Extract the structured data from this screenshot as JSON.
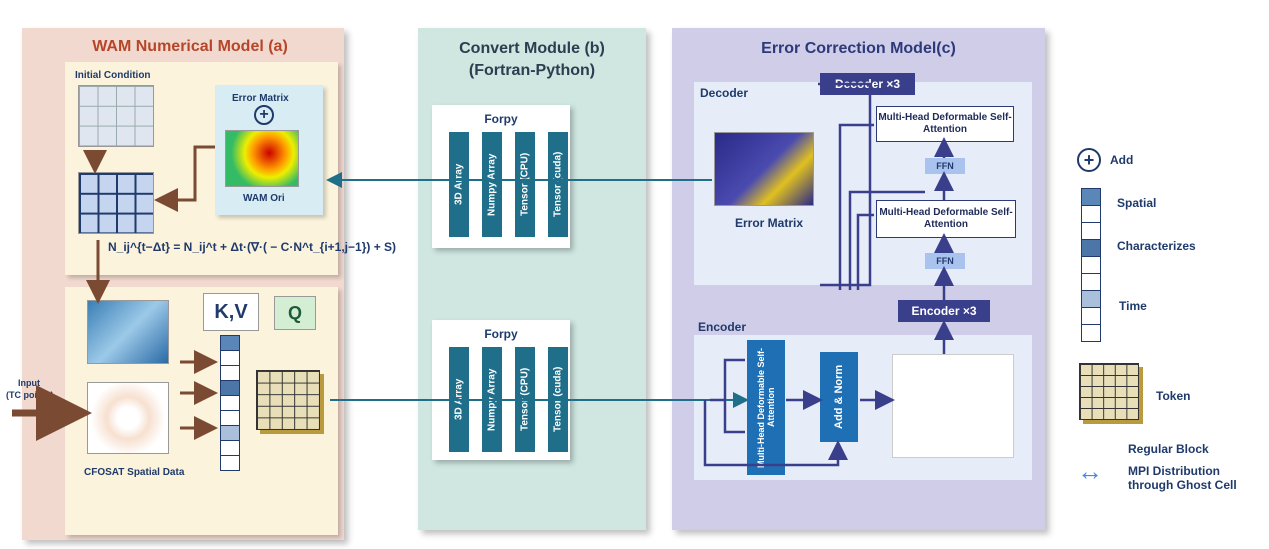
{
  "panel_a": {
    "title": "WAM Numerical Model (a)",
    "initial_condition": "Initial Condition",
    "error_matrix": "Error Matrix",
    "wam_ori": "WAM Ori",
    "formula": "N_ij^{t−Δt} = N_ij^t + Δt·(∇·( − C·N^t_{i+1,j−1}) + S)",
    "kv": "K,V",
    "q": "Q",
    "input": "Input",
    "input_sub": "(TC points)",
    "cfosat": "CFOSAT Spatial Data"
  },
  "panel_b": {
    "title": "Convert Module (b)",
    "subtitle": "(Fortran-Python)",
    "forpy_top": {
      "label": "Forpy",
      "bars": [
        "3D Array",
        "Numpy Array",
        "Tensor (CPU)",
        "Tensor (cuda)"
      ]
    },
    "forpy_bottom": {
      "label": "Forpy",
      "bars": [
        "3D Array",
        "Numpy Array",
        "Tensor (CPU)",
        "Tensor (cuda)"
      ]
    }
  },
  "panel_c": {
    "title": "Error Correction Model(c)",
    "decoder": "Decoder",
    "decoder_x3": "Decoder ×3",
    "mhdsa_1": "Multi-Head Deformable Self-Attention",
    "ffn_1": "FFN",
    "mhdsa_2": "Multi-Head Deformable Self-Attention",
    "ffn_2": "FFN",
    "error_matrix": "Error Matrix",
    "encoder_x3": "Encoder ×3",
    "encoder": "Encoder",
    "enc_mhdsa": "Multi-Head Deformable Self-Attention",
    "add_norm": "Add & Norm"
  },
  "legend": {
    "add": "Add",
    "spatial": "Spatial",
    "characterizes": "Characterizes",
    "time": "Time",
    "token": "Token",
    "regular_block": "Regular Block",
    "mpi": "MPI Distribution",
    "mpi2": "through Ghost Cell"
  },
  "colors": {
    "panel_a": "#f2d9cf",
    "panel_b": "#cfe6e1",
    "panel_c": "#cfcde8",
    "teal": "#1f6f8b",
    "navy": "#3a3f8c",
    "arrow_brown": "#7a4a32"
  }
}
